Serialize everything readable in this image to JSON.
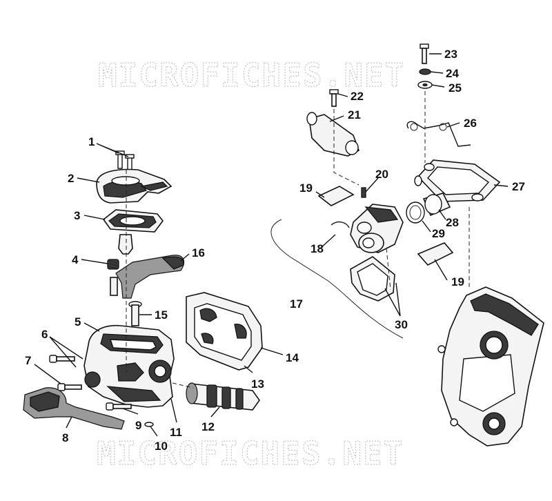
{
  "watermark": {
    "text": "MICROFICHES.NET"
  },
  "callouts": [
    {
      "id": "1",
      "label": "1"
    },
    {
      "id": "2",
      "label": "2"
    },
    {
      "id": "3",
      "label": "3"
    },
    {
      "id": "4",
      "label": "4"
    },
    {
      "id": "5",
      "label": "5"
    },
    {
      "id": "6",
      "label": "6"
    },
    {
      "id": "7",
      "label": "7"
    },
    {
      "id": "8",
      "label": "8"
    },
    {
      "id": "9",
      "label": "9"
    },
    {
      "id": "10",
      "label": "10"
    },
    {
      "id": "11",
      "label": "11"
    },
    {
      "id": "12",
      "label": "12"
    },
    {
      "id": "13",
      "label": "13"
    },
    {
      "id": "14",
      "label": "14"
    },
    {
      "id": "15",
      "label": "15"
    },
    {
      "id": "16",
      "label": "16"
    },
    {
      "id": "17",
      "label": "17"
    },
    {
      "id": "18",
      "label": "18"
    },
    {
      "id": "19a",
      "label": "19"
    },
    {
      "id": "19b",
      "label": "19"
    },
    {
      "id": "20",
      "label": "20"
    },
    {
      "id": "21",
      "label": "21"
    },
    {
      "id": "22",
      "label": "22"
    },
    {
      "id": "23",
      "label": "23"
    },
    {
      "id": "24",
      "label": "24"
    },
    {
      "id": "25",
      "label": "25"
    },
    {
      "id": "26",
      "label": "26"
    },
    {
      "id": "27",
      "label": "27"
    },
    {
      "id": "28",
      "label": "28"
    },
    {
      "id": "29",
      "label": "29"
    },
    {
      "id": "30",
      "label": "30"
    }
  ]
}
